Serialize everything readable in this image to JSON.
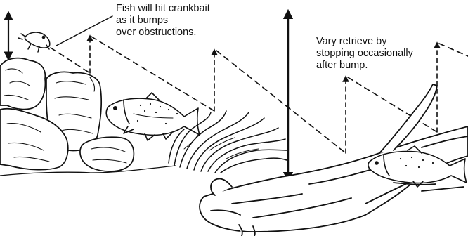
{
  "captions": {
    "crankbait": [
      "Fish will hit crankbait",
      "as it bumps",
      "over obstructions."
    ],
    "retrieve": [
      "Vary retrieve by",
      "stopping occasionally",
      "after bump."
    ]
  },
  "colors": {
    "ink": "#111111",
    "paper": "#ffffff"
  },
  "icons": [
    "crankbait-lure-icon",
    "fish-icon",
    "weeds-icon",
    "fallen-log-icon",
    "rock-icon"
  ]
}
